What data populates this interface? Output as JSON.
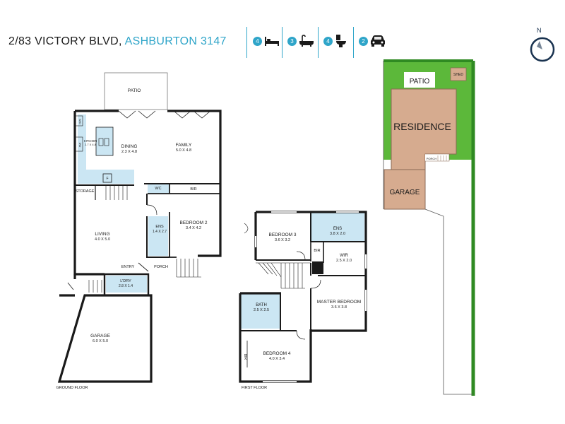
{
  "header": {
    "address_street": "2/83 VICTORY BLVD,",
    "address_suburb": "ASHBURTON 3147",
    "features": [
      {
        "count": "4",
        "icon": "bed-icon"
      },
      {
        "count": "3",
        "icon": "bath-icon"
      },
      {
        "count": "4",
        "icon": "toilet-icon"
      },
      {
        "count": "2",
        "icon": "car-icon"
      }
    ],
    "compass_label": "N"
  },
  "ground_floor": {
    "label": "GROUND FLOOR",
    "patio": "PATIO",
    "dining": {
      "name": "DINING",
      "size": "2.3 X 4.8"
    },
    "family": {
      "name": "FAMILY",
      "size": "5.0 X 4.8"
    },
    "kitchen": {
      "name": "KITCHEN",
      "size": "2.7 X 4.8"
    },
    "wo": "W/O",
    "dw": "DW",
    "f": "F",
    "storage": "STORAGE",
    "wc": "WC",
    "bir": "BIR",
    "ens": {
      "name": "ENS",
      "size": "1.4 X 2.7"
    },
    "bedroom2": {
      "name": "BEDROOM 2",
      "size": "3.4 X 4.2"
    },
    "living": {
      "name": "LIVING",
      "size": "4.0 X 5.0"
    },
    "entry": "ENTRY",
    "porch": "PORCH",
    "lory": {
      "name": "L'DRY",
      "size": "2.8 X 1.4"
    },
    "garage": {
      "name": "GARAGE",
      "size": "6.0 X 5.0"
    }
  },
  "first_floor": {
    "label": "FIRST FLOOR",
    "bedroom3": {
      "name": "BEDROOM 3",
      "size": "3.6 X 3.2"
    },
    "ens": {
      "name": "ENS",
      "size": "3.8 X 2.0"
    },
    "bir": "BIR",
    "wir": {
      "name": "WIR",
      "size": "2.5 X 2.0"
    },
    "master": {
      "name": "MASTER BEDROOM",
      "size": "3.6 X 3.8"
    },
    "bath": {
      "name": "BATH",
      "size": "2.5 X 2.5"
    },
    "bedroom4": {
      "name": "BEDROOM 4",
      "size": "4.0 X 3.4"
    },
    "bir2": "BIR"
  },
  "site_plan": {
    "patio": "PATIO",
    "shed": "SHED",
    "residence": "RESIDENCE",
    "garage": "GARAGE",
    "porch": "PORCH"
  },
  "colors": {
    "accent": "#2fa5c9",
    "wall": "#1a1a1a",
    "wet_area": "#cbe6f3",
    "residence_fill": "#d6ab8f",
    "residence_stroke": "#8a6a56",
    "lawn": "#5cb83a",
    "hedge": "#2f8a22"
  }
}
